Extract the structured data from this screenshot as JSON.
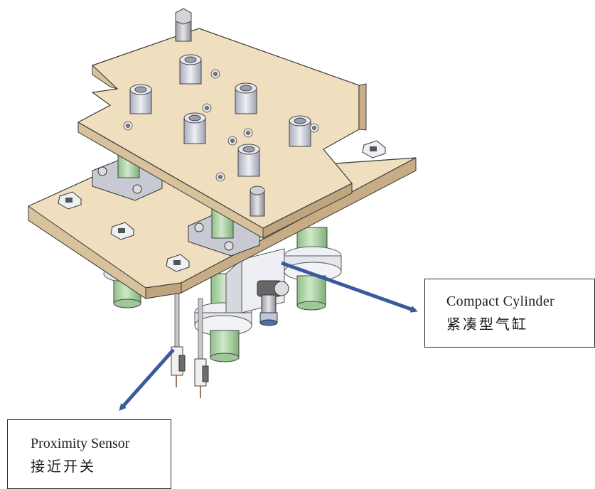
{
  "callouts": {
    "cylinder": {
      "en": "Compact Cylinder",
      "zh": "紧凑型气缸"
    },
    "sensor": {
      "en": "Proximity Sensor",
      "zh": "接近开关"
    }
  },
  "colors": {
    "plate": "#f0dfbf",
    "plate_edge": "#c9b089",
    "cylinder_green": "#b9dcb3",
    "bushing": "#cfd2dc",
    "clamp_gray": "#c7cad3",
    "arrow_blue": "#3a5a9a"
  }
}
